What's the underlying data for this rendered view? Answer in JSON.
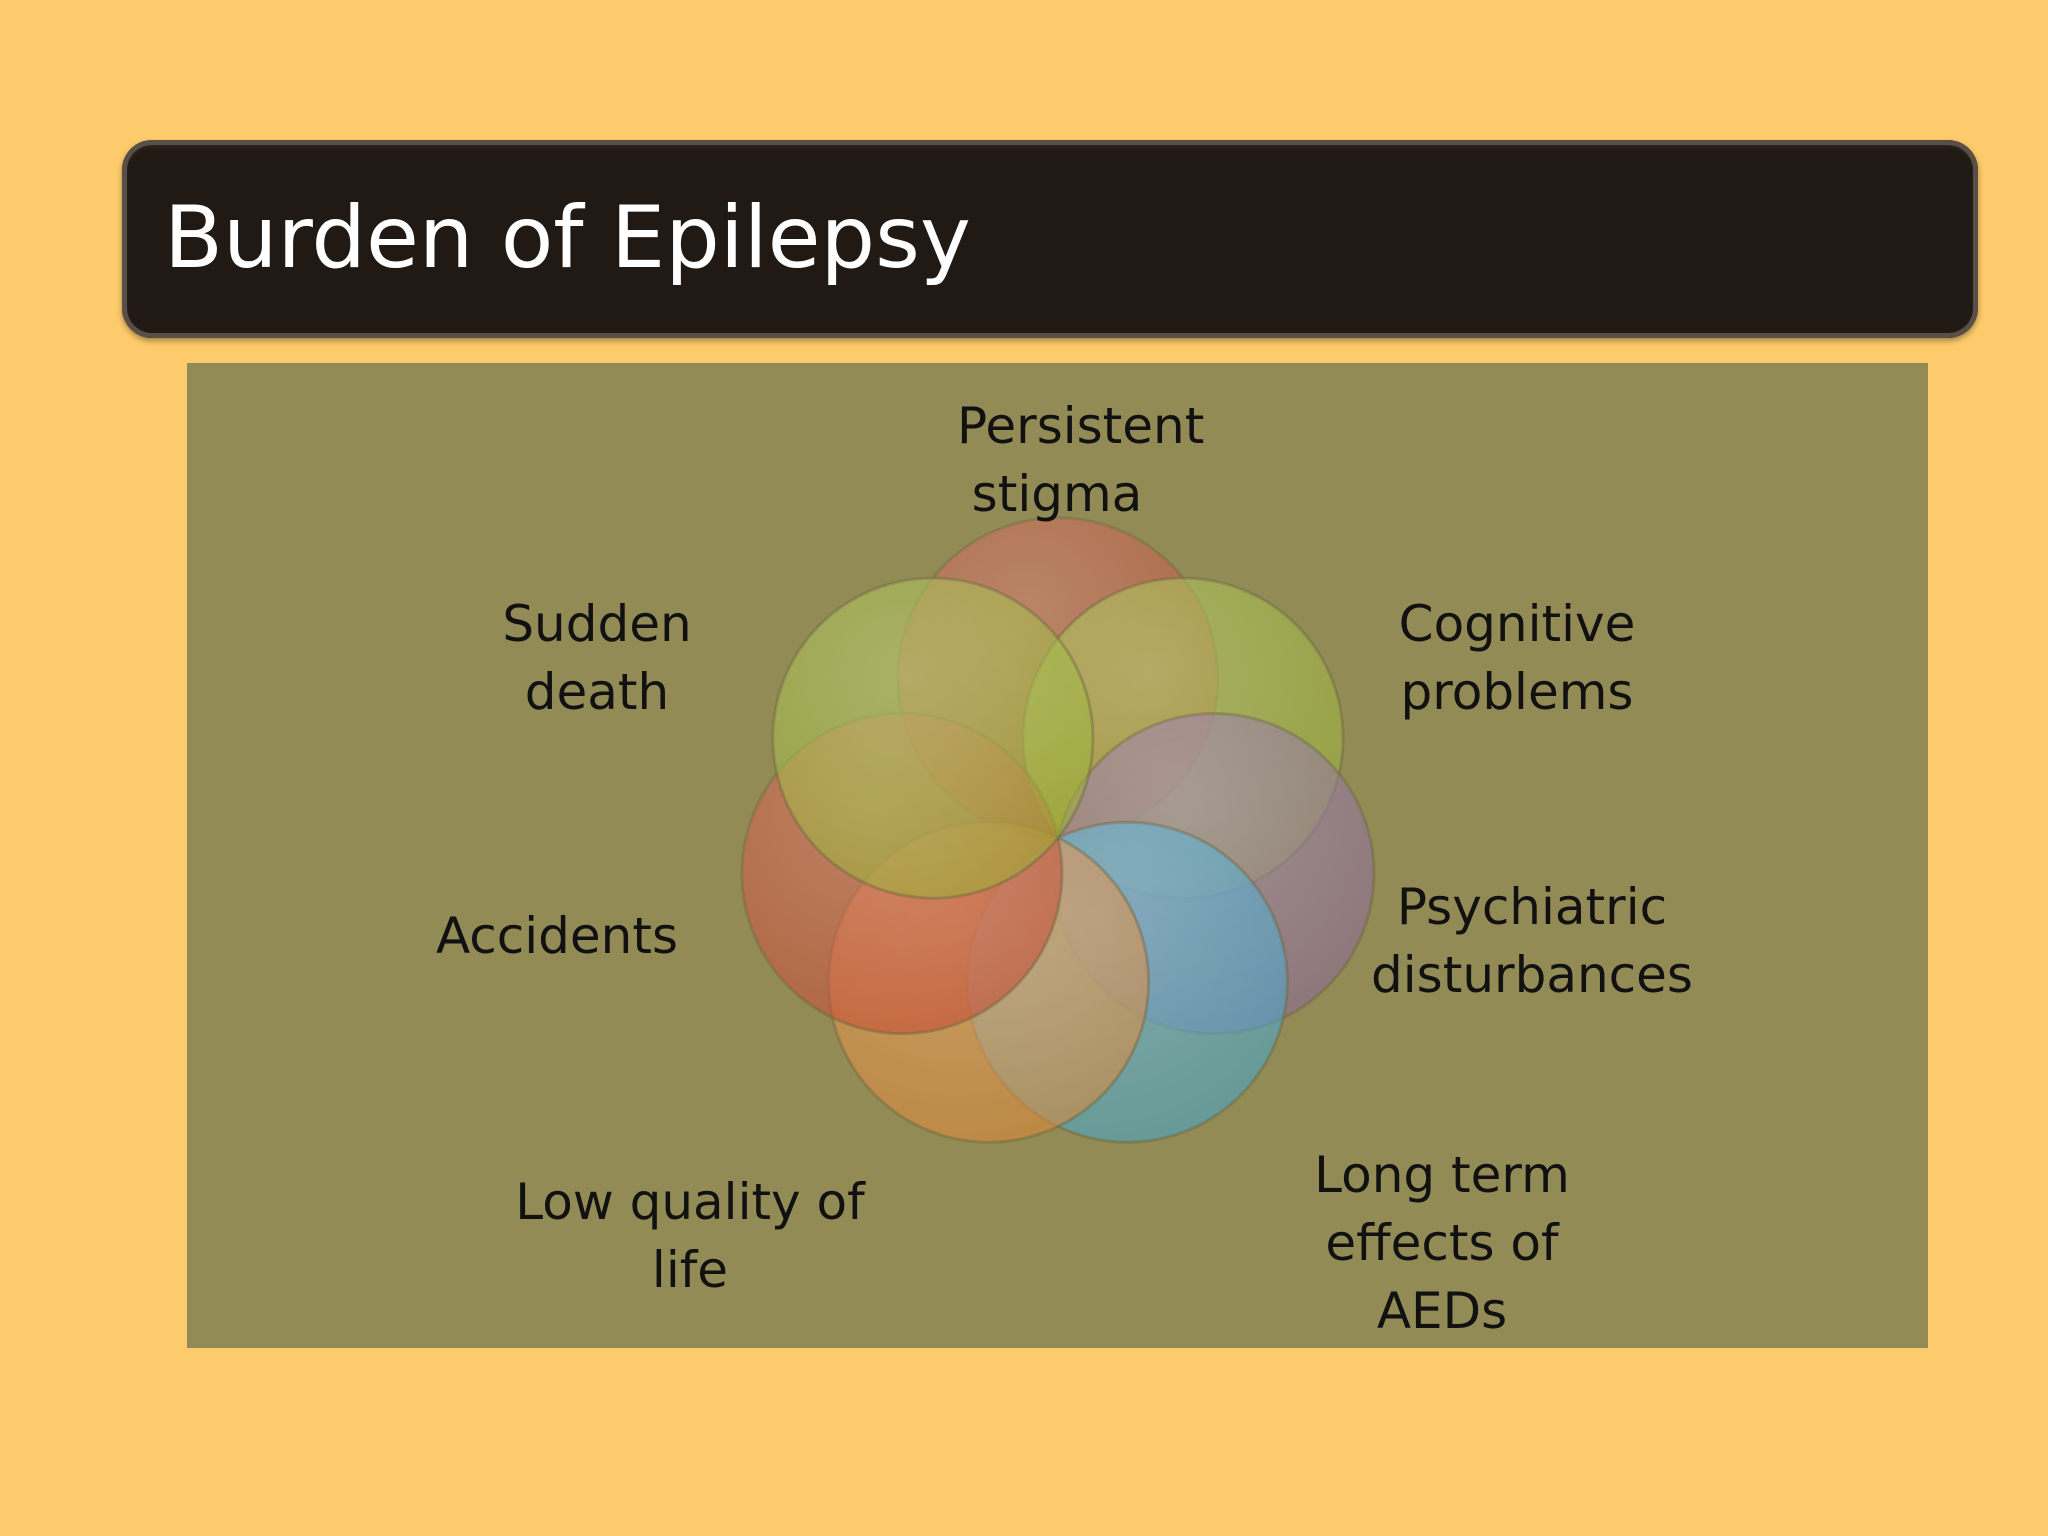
{
  "slide": {
    "title": "Burden of Epilepsy",
    "background_color": "#fdcb6b",
    "title_bar_color": "#211914",
    "content_color": "#938b55"
  },
  "diagram": {
    "type": "overlapping-circles",
    "items": [
      {
        "lines": [
          "Persistent",
          "stigma"
        ],
        "color": "#c0503d"
      },
      {
        "lines": [
          "Cognitive",
          "problems"
        ],
        "color": "#9bb438"
      },
      {
        "lines": [
          "Psychiatric",
          "disturbances"
        ],
        "color": "#8a6a9a"
      },
      {
        "lines": [
          "Long term",
          "effects of",
          "AEDs"
        ],
        "color": "#46a8d0"
      },
      {
        "lines": [
          "Low quality of",
          "life"
        ],
        "color": "#e08a3a"
      },
      {
        "lines": [
          "Accidents"
        ],
        "color": "#c94a35"
      },
      {
        "lines": [
          "Sudden",
          "death"
        ],
        "color": "#9bb438"
      }
    ]
  }
}
